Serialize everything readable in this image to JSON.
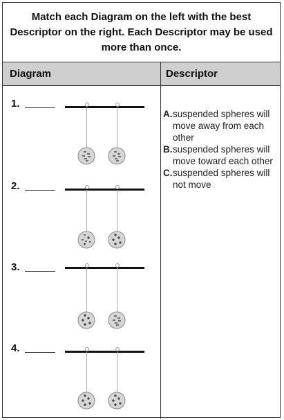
{
  "instructions": "Match each Diagram on the left with the best Descriptor on the right. Each Descriptor may be used more than once.",
  "headers": {
    "diagram": "Diagram",
    "descriptor": "Descriptor"
  },
  "diagrams": [
    {
      "label": "1.",
      "left_charge": "negative",
      "right_charge": "negative"
    },
    {
      "label": "2.",
      "left_charge": "mixed",
      "right_charge": "positive"
    },
    {
      "label": "3.",
      "left_charge": "positive",
      "right_charge": "negative"
    },
    {
      "label": "4.",
      "left_charge": "positive",
      "right_charge": "positive"
    }
  ],
  "descriptors": [
    {
      "letter": "A.",
      "text": "suspended spheres will move away from each other"
    },
    {
      "letter": "B.",
      "text": "suspended spheres will move toward each other"
    },
    {
      "letter": "C.",
      "text": "suspended spheres will not move"
    }
  ]
}
